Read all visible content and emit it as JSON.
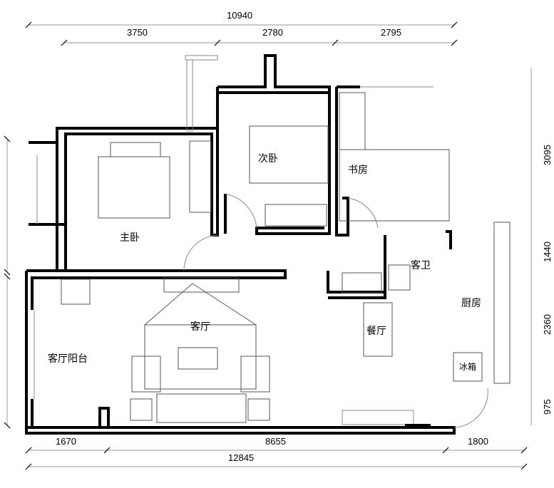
{
  "rooms": {
    "master_bedroom": "主卧",
    "second_bedroom": "次卧",
    "study": "书房",
    "guest_bathroom": "客卫",
    "kitchen": "厨房",
    "dining": "餐厅",
    "living": "客厅",
    "living_balcony": "客厅阳台",
    "fridge": "冰箱"
  },
  "dimensions": {
    "top_total": "10940",
    "top": [
      "3750",
      "2780",
      "2795"
    ],
    "bottom": [
      "1670",
      "8655",
      "1800"
    ],
    "bottom_total": "12845",
    "right": [
      "3095",
      "1440",
      "2360",
      "975"
    ]
  }
}
